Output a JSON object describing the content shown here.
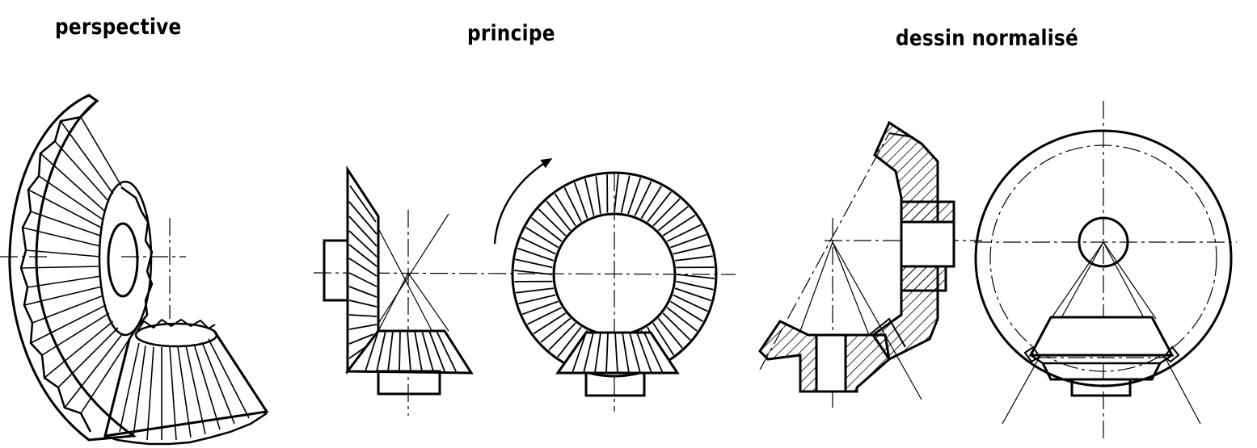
{
  "titles": {
    "perspective": "perspective",
    "principe": "principe",
    "dessin": "dessin normalisé"
  },
  "colors": {
    "ink": "#000000",
    "paper": "#ffffff"
  }
}
